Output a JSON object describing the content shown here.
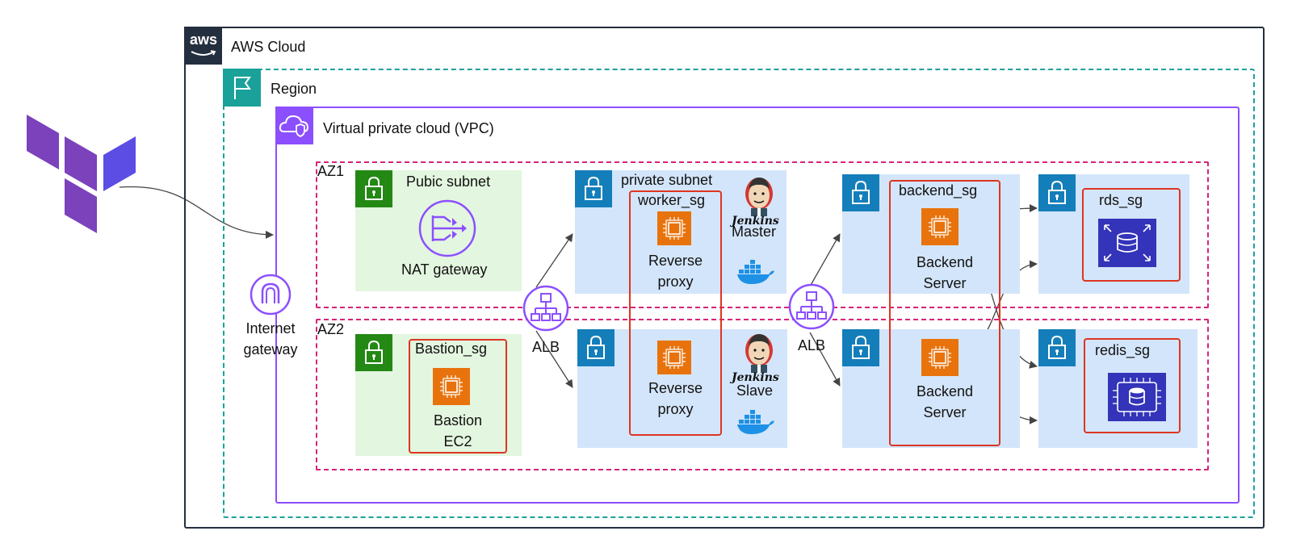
{
  "aws_cloud": {
    "badge": "aws",
    "label": "AWS Cloud"
  },
  "region": {
    "label": "Region"
  },
  "vpc": {
    "label": "Virtual private cloud (VPC)"
  },
  "internet_gateway": {
    "label": "Internet gateway"
  },
  "az1": {
    "label": "AZ1"
  },
  "az2": {
    "label": "AZ2"
  },
  "public_subnet": {
    "label": "Pubic subnet",
    "nat_label": "NAT gateway"
  },
  "bastion": {
    "sg_label": "Bastion_sg",
    "ec2_label_1": "Bastion",
    "ec2_label_2": "EC2"
  },
  "alb": {
    "label_left": "ALB",
    "label_right": "ALB"
  },
  "private_subnet": {
    "label": "private subnet"
  },
  "worker": {
    "sg_label": "worker_sg",
    "proxy_1": "Reverse",
    "proxy_2": "proxy"
  },
  "jenkins": {
    "brand": "Jenkins",
    "master": "Master",
    "slave": "Slave"
  },
  "backend": {
    "sg_label": "backend_sg",
    "server_1": "Backend",
    "server_2": "Server"
  },
  "rds": {
    "sg_label": "rds_sg"
  },
  "redis": {
    "sg_label": "redis_sg"
  },
  "colors": {
    "aws_border": "#232f3e",
    "region": "#1aa19a",
    "vpc": "#8c4fff",
    "az": "#d6247a",
    "public_subnet_bg": "#e3f6df",
    "public_subnet_badge": "#248814",
    "private_subnet_bg": "#d3e5fa",
    "private_subnet_badge": "#147eba",
    "security_group": "#dd3522",
    "ec2": "#e8730c",
    "database": "#3334b9",
    "terraform": "#7b42bc"
  },
  "icons": [
    "terraform-logo",
    "aws-logo",
    "flag-icon",
    "vpc-cloud-icon",
    "lock-icon",
    "nat-gateway-icon",
    "internet-gateway-icon",
    "alb-icon",
    "ec2-chip-icon",
    "jenkins-logo",
    "docker-logo",
    "rds-icon",
    "redis-icon"
  ]
}
